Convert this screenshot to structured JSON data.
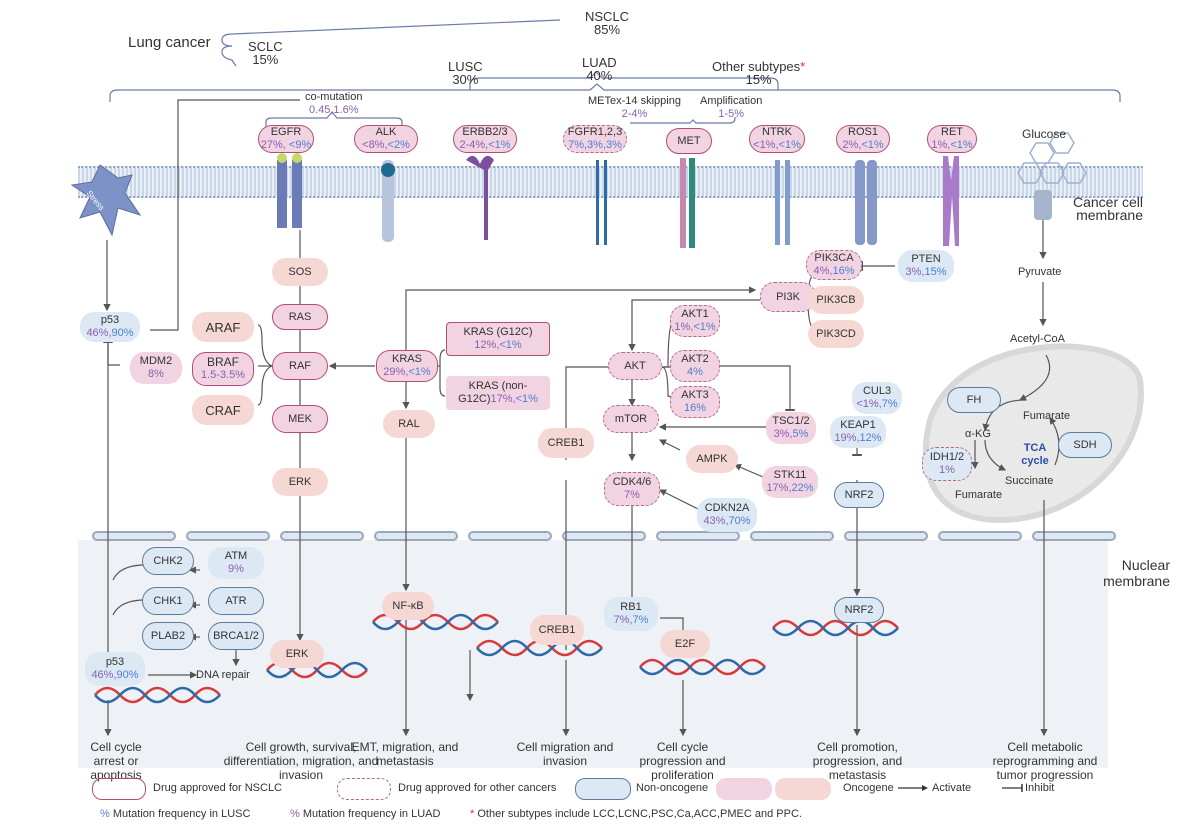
{
  "header": {
    "lung_cancer": "Lung cancer",
    "nsclc": {
      "label": "NSCLC",
      "pct": "85%"
    },
    "sclc": {
      "label": "SCLC",
      "pct": "15%"
    },
    "lusc": {
      "label": "LUSC",
      "pct": "30%"
    },
    "luad": {
      "label": "LUAD",
      "pct": "40%"
    },
    "other": {
      "label": "Other subtypes",
      "star": "*",
      "pct": "15%"
    }
  },
  "annotations": {
    "comutation": "co-mutation",
    "comutation_pct": "0.45,1.6%",
    "metex": "METex-14 skipping",
    "metex_pct": "2-4%",
    "amplification": "Amplification",
    "amp_pct": "1-5%",
    "glucose": "Glucose",
    "pyruvate": "Pyruvate",
    "acetyl": "Acetyl-CoA",
    "stress": "Stress",
    "cell_membrane": "Cancer cell membrane",
    "nuclear_membrane": "Nuclear membrane",
    "dna_repair": "DNA repair",
    "tca": "TCA cycle",
    "akg": "α-KG",
    "fumarate1": "Fumarate",
    "fumarate2": "Fumarate",
    "succinate": "Succinate"
  },
  "receptors": [
    {
      "name": "EGFR",
      "luad": "27%,",
      "lusc": " <9%"
    },
    {
      "name": "ALK",
      "luad": "<8%,",
      "lusc": "<2%"
    },
    {
      "name": "ERBB2/3",
      "luad": "2-4%,",
      "lusc": "<1%"
    },
    {
      "name": "FGFR1,2,3",
      "luad": "",
      "lusc": "7%,3%,3%"
    },
    {
      "name": "MET",
      "luad": "",
      "lusc": ""
    },
    {
      "name": "NTRK",
      "luad": "<1%,",
      "lusc": "<1%"
    },
    {
      "name": "ROS1",
      "luad": "2%,",
      "lusc": "<1%"
    },
    {
      "name": "RET",
      "luad": "1%,",
      "lusc": "<1%"
    }
  ],
  "nodes": {
    "p53a": {
      "name": "p53",
      "luad": "46%,",
      "lusc": "90%"
    },
    "mdm2": {
      "name": "MDM2",
      "luad": "8%",
      "lusc": ""
    },
    "sos": {
      "name": "SOS"
    },
    "ras": {
      "name": "RAS"
    },
    "raf": {
      "name": "RAF"
    },
    "mek": {
      "name": "MEK"
    },
    "erk": {
      "name": "ERK"
    },
    "araf": {
      "name": "ARAF"
    },
    "braf": {
      "name": "BRAF",
      "luad": "1.5-3.5%"
    },
    "craf": {
      "name": "CRAF"
    },
    "kras": {
      "name": "KRAS",
      "luad": "29%,",
      "lusc": "<1%"
    },
    "kras_g12c": {
      "name": "KRAS (G12C)",
      "luad": "12%,",
      "lusc": "<1%"
    },
    "kras_non": {
      "name": "KRAS (non-",
      "name2": "G12C)",
      "luad": "17%,",
      "lusc": "<1%"
    },
    "ral": {
      "name": "RAL"
    },
    "pi3k": {
      "name": "PI3K"
    },
    "pik3ca": {
      "name": "PIK3CA",
      "luad": "4%,",
      "lusc": "16%"
    },
    "pik3cb": {
      "name": "PIK3CB"
    },
    "pik3cd": {
      "name": "PIK3CD"
    },
    "pten": {
      "name": "PTEN",
      "luad": "3%,",
      "lusc": "15%"
    },
    "akt": {
      "name": "AKT"
    },
    "akt1": {
      "name": "AKT1",
      "luad": "1%,",
      "lusc": "<1%"
    },
    "akt2": {
      "name": "AKT2",
      "lusc": "4%"
    },
    "akt3": {
      "name": "AKT3",
      "lusc": "16%"
    },
    "mtor": {
      "name": "mTOR"
    },
    "tsc": {
      "name": "TSC1/2",
      "luad": "3%,",
      "lusc": "5%"
    },
    "ampk": {
      "name": "AMPK"
    },
    "stk11": {
      "name": "STK11",
      "luad": "17%,",
      "lusc": "22%"
    },
    "creb1a": {
      "name": "CREB1"
    },
    "cdk46": {
      "name": "CDK4/6",
      "luad": "7%"
    },
    "cdkn2a": {
      "name": "CDKN2A",
      "luad": "43%,",
      "lusc": "70%"
    },
    "cul3": {
      "name": "CUL3",
      "luad": "<1%,",
      "lusc": "7%"
    },
    "keap1": {
      "name": "KEAP1",
      "luad": "19%,",
      "lusc": "12%"
    },
    "nrf2a": {
      "name": "NRF2"
    },
    "fh": {
      "name": "FH"
    },
    "sdh": {
      "name": "SDH"
    },
    "idh": {
      "name": "IDH1/2",
      "luad": "1%"
    },
    "chk2": {
      "name": "CHK2"
    },
    "atm": {
      "name": "ATM",
      "luad": "9%"
    },
    "chk1": {
      "name": "CHK1"
    },
    "atr": {
      "name": "ATR"
    },
    "plab2": {
      "name": "PLAB2"
    },
    "brca": {
      "name": "BRCA1/2"
    },
    "p53b": {
      "name": "p53",
      "luad": "46%,",
      "lusc": "90%"
    },
    "erk2": {
      "name": "ERK"
    },
    "nfkb": {
      "name": "NF-κB"
    },
    "creb1b": {
      "name": "CREB1"
    },
    "rb1": {
      "name": "RB1",
      "luad": "7%,",
      "lusc": "7%"
    },
    "e2f": {
      "name": "E2F"
    },
    "nrf2b": {
      "name": "NRF2"
    }
  },
  "outcomes": [
    "Cell cycle arrest or apoptosis",
    "Cell growth, survival, differentiation, migration, and invasion",
    "EMT, migration, and metastasis",
    "Cell migration and invasion",
    "Cell cycle progression and proliferation",
    "Cell promotion, progression, and metastasis",
    "Cell metabolic reprogramming and tumor progression"
  ],
  "legend": {
    "nsclc": "Drug approved for NSCLC",
    "other": "Drug approved for other cancers",
    "nonon": "Non-oncogene",
    "onc": "Oncogene",
    "activate": "Activate",
    "inhibit": "Inhibit",
    "pct_symbol": "%",
    "lusc": "Mutation frequency in LUSC",
    "luad": "Mutation frequency in LUAD",
    "star": "*",
    "other_note": "Other subtypes include LCC,LCNC,PSC,Ca,ACC,PMEC and PPC."
  },
  "colors": {
    "luad": "#8a5fb0",
    "lusc": "#4f7fd0",
    "onc_pink": "#f2d3e2",
    "onc_peach": "#f5d8d3",
    "nonon": "#dce8f4",
    "star": "#d0343a"
  }
}
